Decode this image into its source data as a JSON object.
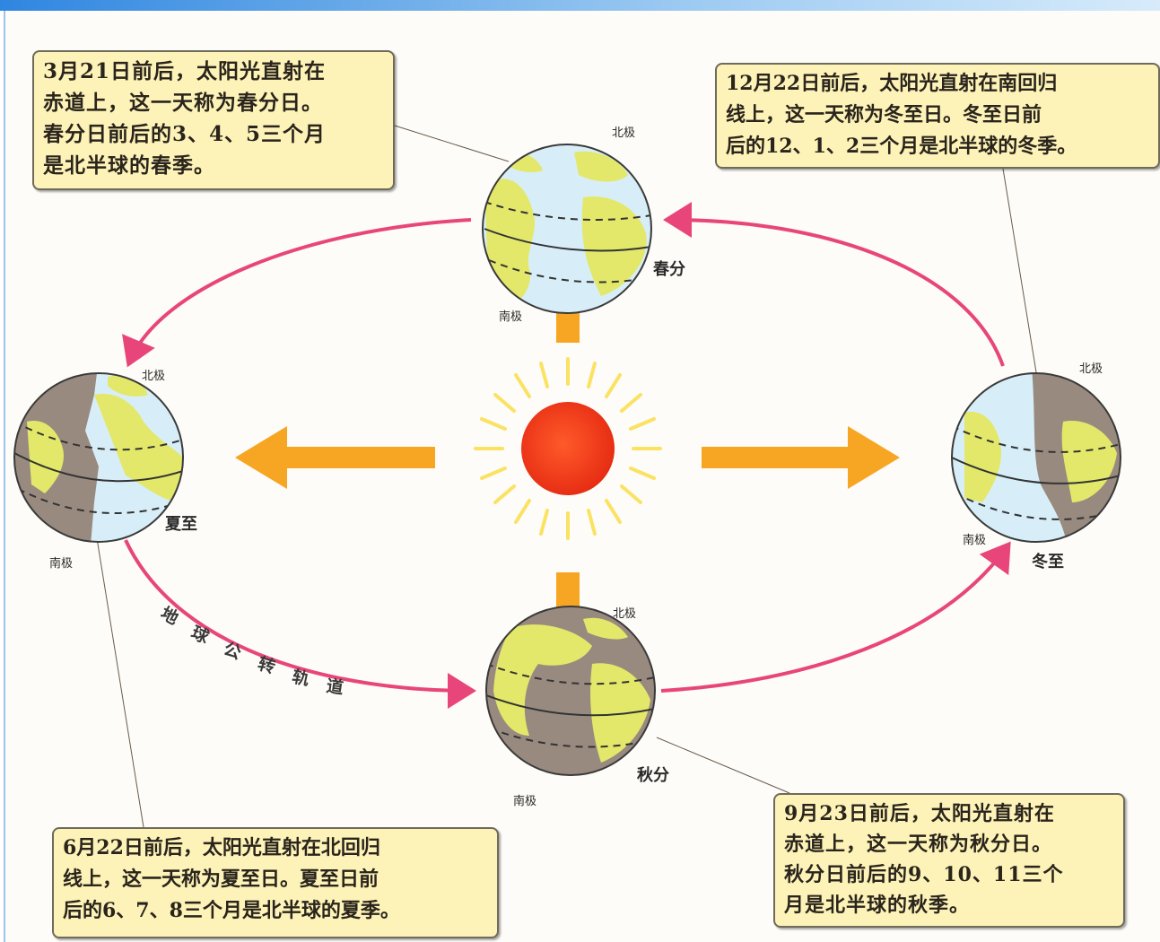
{
  "boxes": {
    "spring": [
      "3月21日前后，太阳光直射在",
      "赤道上，这一天称为春分日。",
      "春分日前后的3、4、5三个月",
      "是北半球的春季。"
    ],
    "winter": [
      "12月22日前后，太阳光直射在南回归",
      "线上，这一天称为冬至日。冬至日前",
      "后的12、1、2三个月是北半球的冬季。"
    ],
    "summer": [
      "6月22日前后，太阳光直射在北回归",
      "线上，这一天称为夏至日。夏至日前",
      "后的6、7、8三个月是北半球的夏季。"
    ],
    "autumn": [
      "9月23日前后，太阳光直射在",
      "赤道上，这一天称为秋分日。",
      "秋分日前后的9、10、11三个",
      "月是北半球的秋季。"
    ]
  },
  "labels": {
    "north_pole": "北极",
    "south_pole": "南极",
    "spring_equinox": "春分",
    "summer_solstice": "夏至",
    "autumn_equinox": "秋分",
    "winter_solstice": "冬至"
  },
  "orbit_label": [
    "地",
    "球",
    "公",
    "转",
    "轨",
    "道"
  ],
  "colors": {
    "orbit": "#e8467a",
    "arrow": "#f7a623",
    "sun": "#f0381e",
    "sunray": "#fbe262",
    "ocean": "#d7eef8",
    "land": "#e3e86a",
    "night": "#998a80",
    "box_fill": "#fdf3b8"
  }
}
